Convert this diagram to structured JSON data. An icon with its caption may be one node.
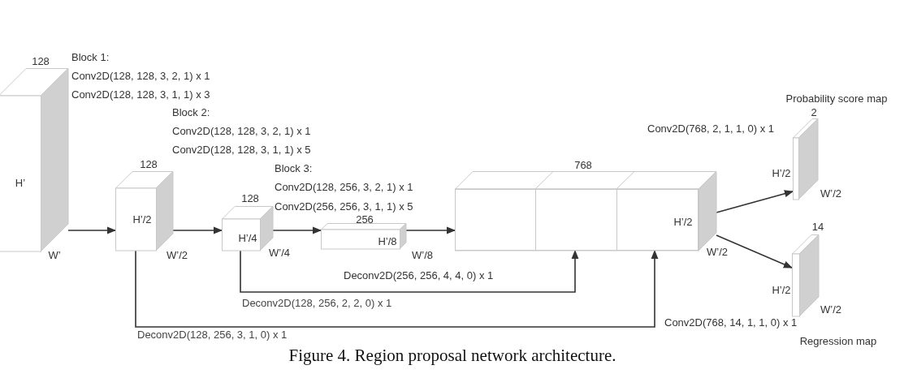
{
  "diagram": {
    "caption": "Figure 4. Region proposal network architecture.",
    "nodes": [
      {
        "text": [
          "128",
          "H’",
          "W’"
        ]
      },
      {
        "text": [
          "128",
          "H’/2",
          "W’/2"
        ]
      },
      {
        "text": [
          "128",
          "H’/4",
          "W’/4"
        ]
      },
      {
        "text": [
          "256",
          "H’/8",
          "W’/8"
        ]
      },
      {
        "text": [
          "768",
          "W’/2"
        ]
      },
      {
        "text": [],
        "shape": "box",
        "in": 4
      },
      {
        "text": [],
        "shape": "box",
        "in": 4
      },
      {
        "text": [
          "H’/2"
        ],
        "in": 4
      },
      {
        "text": [
          "Probability score map",
          "2",
          "H’/2",
          "W’/2"
        ]
      },
      {
        "text": [
          "14",
          "H’/2",
          "W’/2",
          "Regression map"
        ]
      }
    ],
    "edges": [
      {
        "from": 0,
        "to": 1,
        "arrow": "to"
      },
      {
        "from": 1,
        "to": 2,
        "arrow": "to"
      },
      {
        "from": 2,
        "to": 3,
        "arrow": "to"
      },
      {
        "from": 3,
        "to": 5,
        "arrow": "to"
      },
      {
        "from": 2,
        "to": 6,
        "arrow": "to",
        "label": "Deconv2D(128, 256, 2, 2, 0) x 1"
      },
      {
        "from": 1,
        "to": 7,
        "arrow": "to",
        "label": "Deconv2D(128, 256, 3, 1, 0) x 1"
      },
      {
        "from": 4,
        "to": 8,
        "arrow": "to"
      },
      {
        "from": 4,
        "to": 9,
        "arrow": "to"
      }
    ],
    "labels": [
      "Block 1:",
      "Conv2D(128, 128, 3, 2, 1) x 1",
      "Conv2D(128, 128, 3, 1, 1) x 3",
      "Block 2:",
      "Conv2D(128, 128, 3, 2, 1) x 1",
      "Conv2D(128, 128, 3, 1, 1) x 5",
      "Block 3:",
      "Conv2D(128, 256, 3, 2, 1) x 1",
      "Conv2D(256, 256, 3, 1, 1) x 5",
      "Conv2D(768, 2, 1, 1, 0) x 1",
      "Deconv2D(256, 256, 4, 4, 0) x 1",
      "Conv2D(768, 14, 1, 1, 0) x 1"
    ]
  }
}
